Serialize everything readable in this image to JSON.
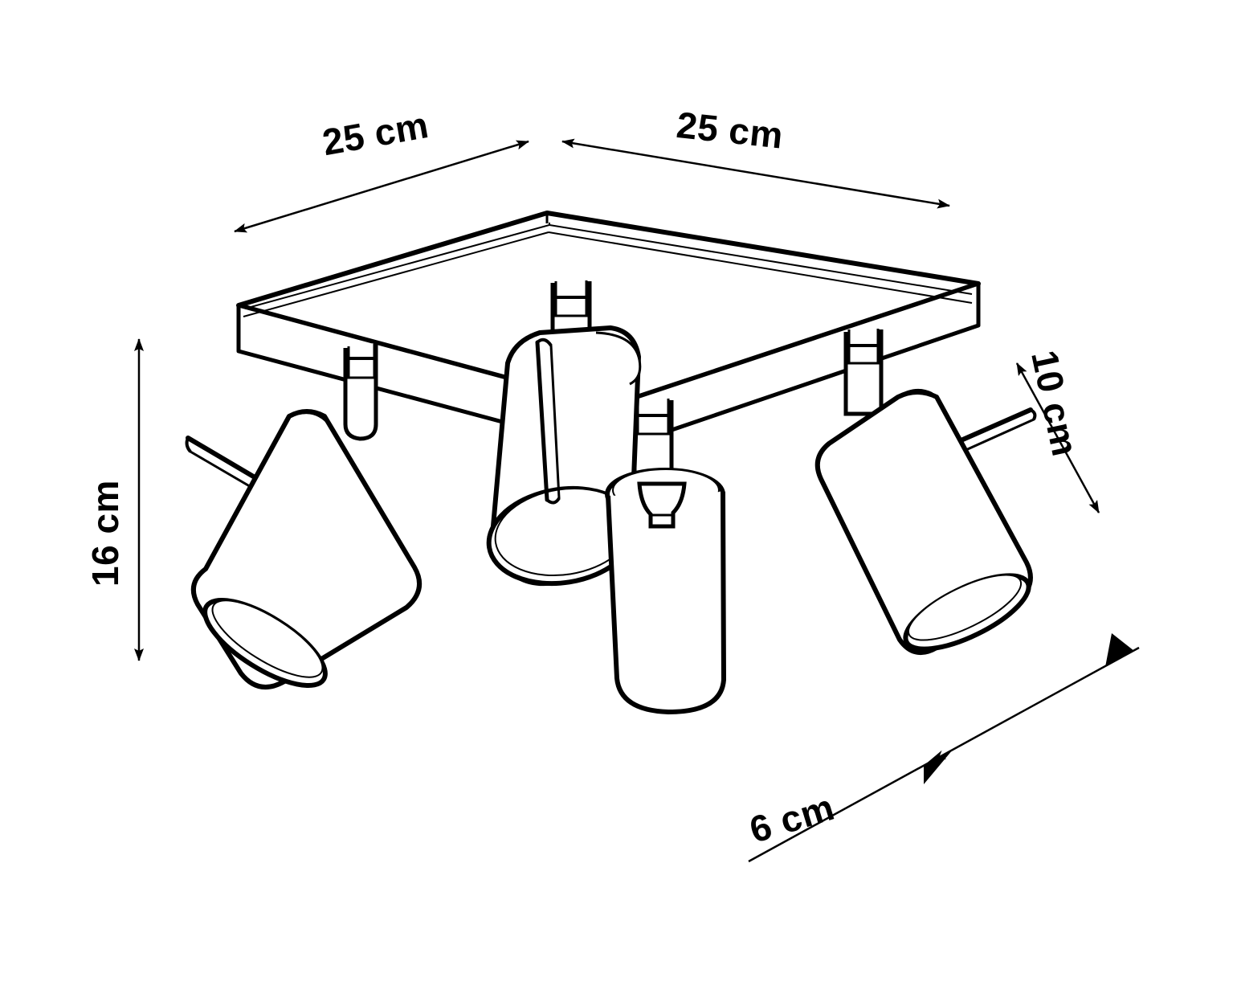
{
  "drawing": {
    "title": "Ceiling spotlight dimension drawing",
    "subject": "4-light square ceiling spotlight",
    "projection": "isometric",
    "line_color": "#000000",
    "fill_color": "#ffffff",
    "background_color": "#ffffff"
  },
  "dimensions": {
    "width": {
      "label": "25 cm",
      "value": 25,
      "unit": "cm",
      "name": "plate-width"
    },
    "depth": {
      "label": "25 cm",
      "value": 25,
      "unit": "cm",
      "name": "plate-depth"
    },
    "height": {
      "label": "16 cm",
      "value": 16,
      "unit": "cm",
      "name": "overall-height"
    },
    "plate_depth_side": {
      "label": "10 cm",
      "value": 10,
      "unit": "cm",
      "name": "head-depth"
    },
    "head_diameter": {
      "label": "6 cm",
      "value": 6,
      "unit": "cm",
      "name": "head-diameter"
    }
  },
  "parts": {
    "ceiling_plate": "ceiling-mount-plate",
    "spot_count": 4,
    "spots": [
      {
        "name": "spot-left",
        "orientation": "tilted-left-down"
      },
      {
        "name": "spot-back-center",
        "orientation": "tilted-front-down"
      },
      {
        "name": "spot-front-center",
        "orientation": "straight-down"
      },
      {
        "name": "spot-right",
        "orientation": "tilted-right-down"
      }
    ],
    "stems": 4,
    "levers": 3
  }
}
